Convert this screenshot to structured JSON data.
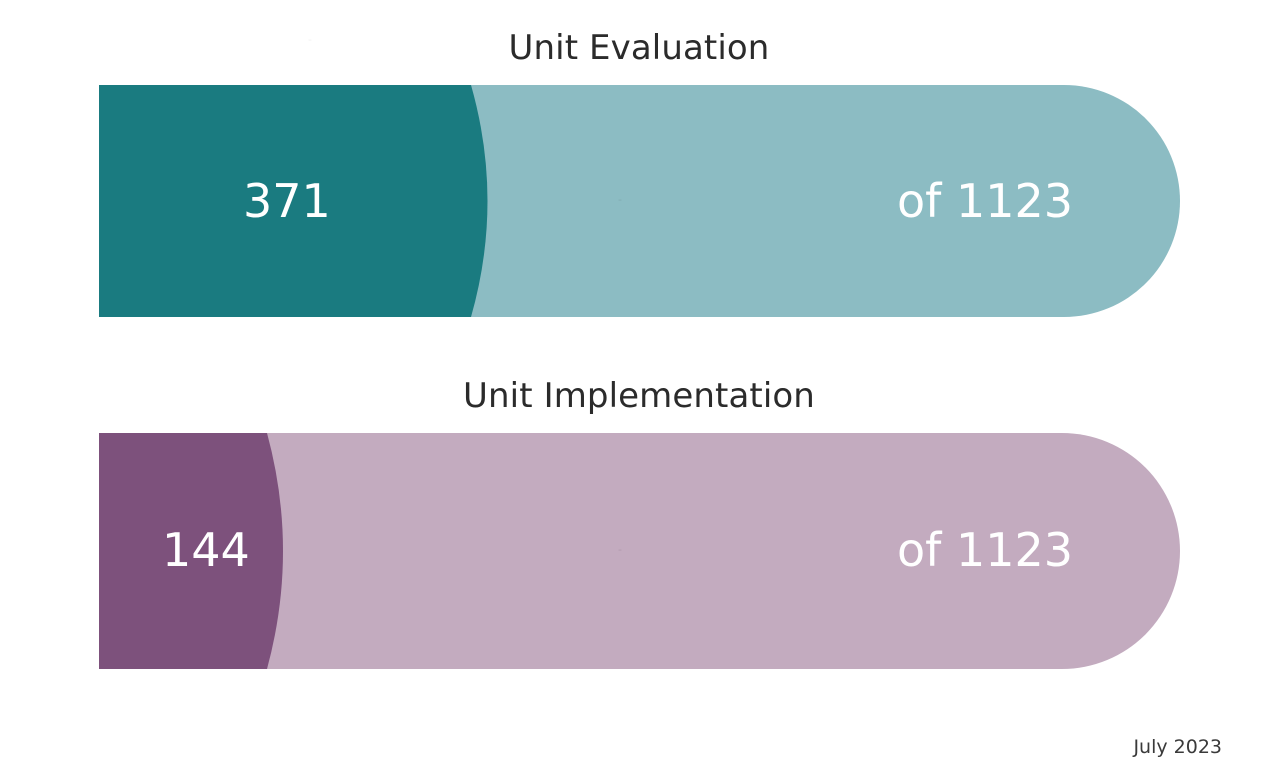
{
  "chart_data": {
    "type": "bar",
    "orientation": "horizontal",
    "style": "progress-pill",
    "title": "",
    "total": 1123,
    "footnote": "July 2023",
    "categories": [
      "Unit Evaluation",
      "Unit Implementation"
    ],
    "values": [
      371,
      144
    ],
    "totals": [
      1123,
      1123
    ],
    "value_labels": [
      "371",
      "144"
    ],
    "total_labels": [
      "of 1123",
      "of 1123"
    ],
    "percentages": [
      33.0,
      12.8
    ],
    "xlabel": "",
    "ylabel": "",
    "xlim": [
      0,
      1123
    ],
    "grid": false,
    "legend": "none",
    "colors": {
      "eval_fill": "#1a7b80",
      "eval_track": "#8cbcc3",
      "impl_fill": "#7d517c",
      "impl_track": "#c3abbf",
      "label_text": "#ffffff",
      "title_text": "#2b2b2b",
      "footnote_text": "#3a3a3a",
      "background": "#ffffff"
    }
  },
  "panels": [
    {
      "id": "unit-evaluation",
      "title": "Unit Evaluation",
      "value_label": "371",
      "total_label": "of 1123",
      "value": 371,
      "total": 1123,
      "fill_color": "#1a7b80",
      "track_color": "#8cbcc3",
      "faint_mark": "-"
    },
    {
      "id": "unit-implementation",
      "title": "Unit Implementation",
      "value_label": "144",
      "total_label": "of 1123",
      "value": 144,
      "total": 1123,
      "fill_color": "#7d517c",
      "track_color": "#c3abbf",
      "faint_mark": "-"
    }
  ],
  "footer": {
    "date": "July 2023"
  },
  "marks": {
    "top_faint": "-"
  }
}
